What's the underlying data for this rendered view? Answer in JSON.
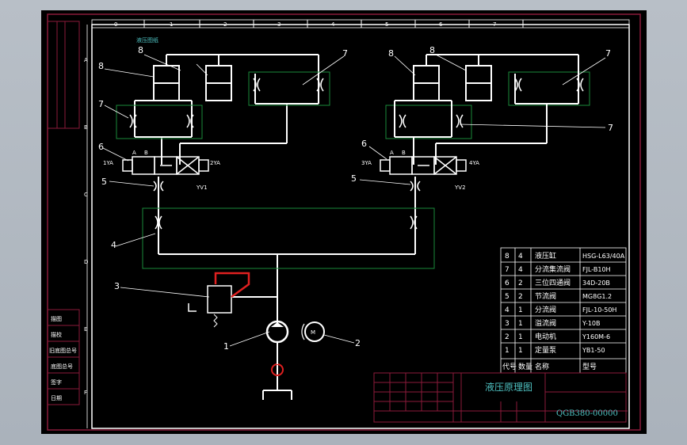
{
  "colors": {
    "frame": "#8b1a3a",
    "pipe": "#ffffff",
    "box": "#1a8a3a",
    "accent": "#e02020",
    "text_teal": "#4fc3c3"
  },
  "top_ruler": [
    "0",
    "1",
    "2",
    "3",
    "4",
    "5",
    "6",
    "7"
  ],
  "left_ruler": [
    "A",
    "B",
    "C",
    "D",
    "E",
    "F"
  ],
  "corner_label": "液压图纸",
  "callouts": {
    "left": {
      "n8a": "8",
      "n8b": "8",
      "n7a": "7",
      "n7b": "7",
      "n6": "6",
      "n5": "5",
      "n1ya": "1YA",
      "n2ya": "2YA",
      "nyv1": "YV1"
    },
    "right": {
      "n8a": "8",
      "n8b": "8",
      "n7a": "7",
      "n7b": "7",
      "n6": "6",
      "n5": "5",
      "n3ya": "3YA",
      "n4ya": "4YA",
      "nyv2": "YV2"
    },
    "n4": "4",
    "n3": "3",
    "n1": "1",
    "n2": "2",
    "motor": "M",
    "port_a": "A",
    "port_b": "B"
  },
  "bom": {
    "rows": [
      {
        "code": "8",
        "qty": "4",
        "name": "液压缸",
        "model": "HSG-L63/40A"
      },
      {
        "code": "7",
        "qty": "4",
        "name": "分流集流阀",
        "model": "FJL-B10H"
      },
      {
        "code": "6",
        "qty": "2",
        "name": "三位四通阀",
        "model": "34D-20B"
      },
      {
        "code": "5",
        "qty": "2",
        "name": "节流阀",
        "model": "MG8G1.2"
      },
      {
        "code": "4",
        "qty": "1",
        "name": "分流阀",
        "model": "FJL-10-50H"
      },
      {
        "code": "3",
        "qty": "1",
        "name": "溢流阀",
        "model": "Y-10B"
      },
      {
        "code": "2",
        "qty": "1",
        "name": "电动机",
        "model": "Y160M-6"
      },
      {
        "code": "1",
        "qty": "1",
        "name": "定量泵",
        "model": "YB1-50"
      }
    ],
    "header": {
      "code": "代号",
      "qty": "数量",
      "name": "名称",
      "model": "型号"
    }
  },
  "title_block": {
    "title": "液压原理图",
    "drawing_no": "QGB380-00000"
  },
  "left_strip": [
    "描图",
    "描校",
    "旧底图总号",
    "底图总号",
    "签字",
    "日期"
  ]
}
